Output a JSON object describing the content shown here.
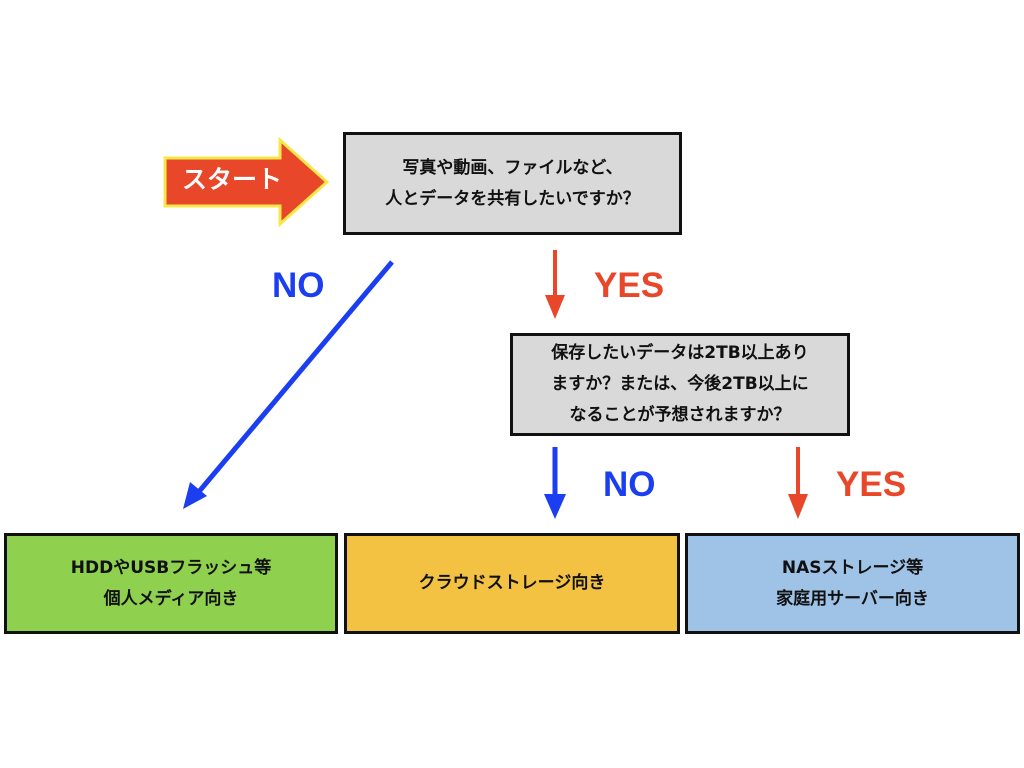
{
  "start": {
    "label": "スタート",
    "fill_color": "#e8472a",
    "outline_color": "#f7e84a"
  },
  "question1": {
    "lines": [
      "写真や動画、ファイルなど、",
      "人とデータを共有したいですか？"
    ]
  },
  "question2": {
    "lines": [
      "保存したいデータは2TB以上あり",
      "ますか？または、今後2TB以上に",
      "なることが予想されますか？"
    ]
  },
  "branches": {
    "q1_no": "NO",
    "q1_yes": "YES",
    "q2_no": "NO",
    "q2_yes": "YES"
  },
  "results": {
    "result1": {
      "lines": [
        "HDDやUSBフラッシュ等",
        "個人メディア向き"
      ],
      "color": "#8fd14f"
    },
    "result2": {
      "lines": [
        "クラウドストレージ向き"
      ],
      "color": "#f4c242"
    },
    "result3": {
      "lines": [
        "NASストレージ等",
        "家庭用サーバー向き"
      ],
      "color": "#9fc2e7"
    }
  },
  "colors": {
    "no_arrow": "#1a3ef0",
    "yes_arrow": "#e8472a",
    "question_fill": "#d9d9d9"
  }
}
